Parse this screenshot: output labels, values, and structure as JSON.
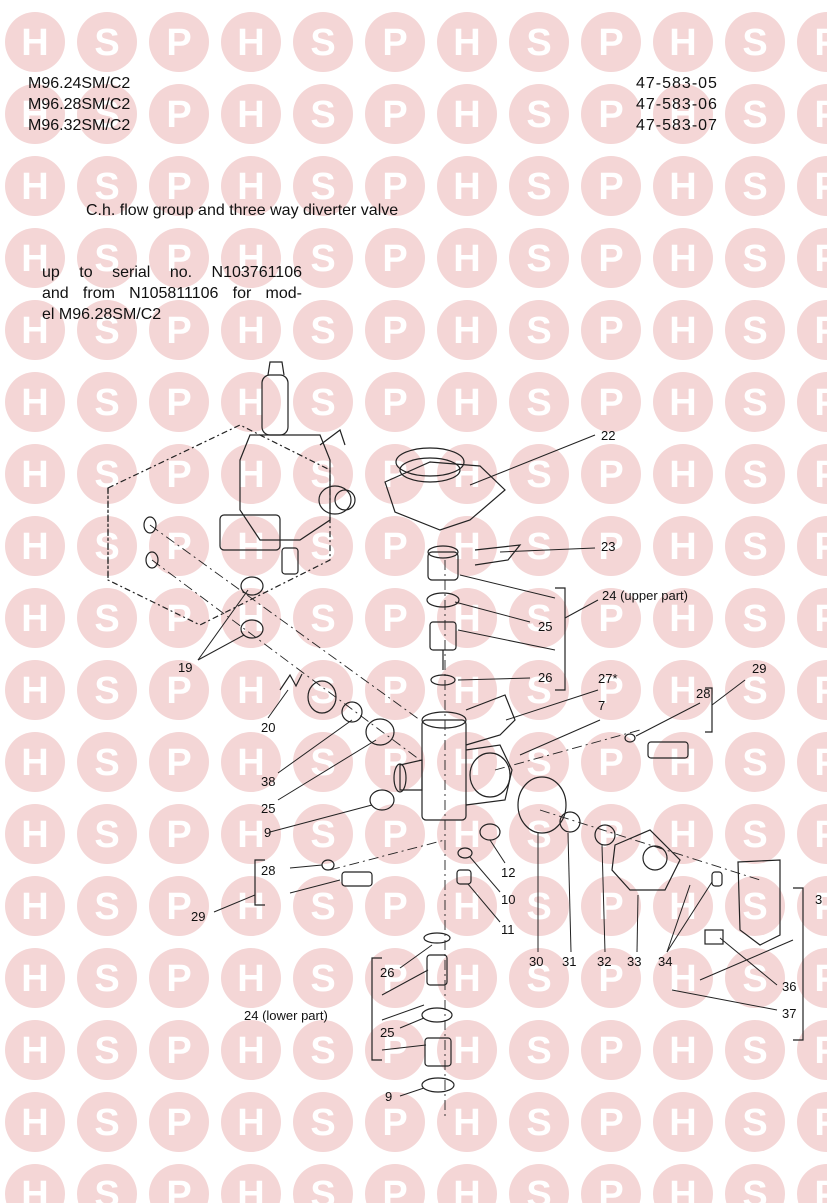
{
  "watermark": {
    "letters": [
      "H",
      "S",
      "P"
    ],
    "color_circle": "#f4d6d6",
    "color_letter": "#ffffff"
  },
  "header": {
    "models": [
      "M96.24SM/C2",
      "M96.28SM/C2",
      "M96.32SM/C2"
    ],
    "part_codes": [
      "47-583-05",
      "47-583-06",
      "47-583-07"
    ]
  },
  "title": "C.h. flow group and three way diverter valve",
  "note": [
    "up to serial no. N103761106",
    "and from N105811106 for mod-",
    "el M96.28SM/C2"
  ],
  "labels": {
    "l22": "22",
    "l23": "23",
    "l24u": "24 (upper part)",
    "l25a": "25",
    "l26a": "26",
    "l19": "19",
    "l20": "20",
    "l27": "27*",
    "l7": "7",
    "l29a": "29",
    "l28a": "28",
    "l38": "38",
    "l25b": "25",
    "l9a": "9",
    "l12": "12",
    "l10": "10",
    "l11": "11",
    "l28b": "28",
    "l29b": "29",
    "l30": "30",
    "l31": "31",
    "l32": "32",
    "l33": "33",
    "l34": "34",
    "l3": "3",
    "l36": "36",
    "l37": "37",
    "l26b": "26",
    "l24l": "24 (lower part)",
    "l25c": "25",
    "l9b": "9"
  }
}
